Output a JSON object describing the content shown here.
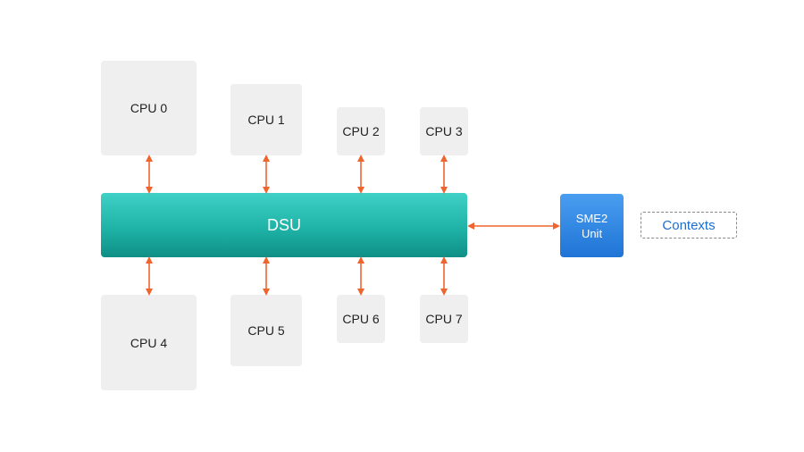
{
  "diagram": {
    "cpus_top": [
      "CPU 0",
      "CPU 1",
      "CPU 2",
      "CPU 3"
    ],
    "cpus_bottom": [
      "CPU 4",
      "CPU 5",
      "CPU 6",
      "CPU 7"
    ],
    "dsu_label": "DSU",
    "sme_label_line1": "SME2",
    "sme_label_line2": "Unit",
    "contexts_label": "Contexts",
    "colors": {
      "cpu_box": "#efefef",
      "dsu": "#1fb3a7",
      "sme": "#1f74d6",
      "arrow": "#f0642e",
      "contexts_text": "#1a6fd1"
    }
  }
}
